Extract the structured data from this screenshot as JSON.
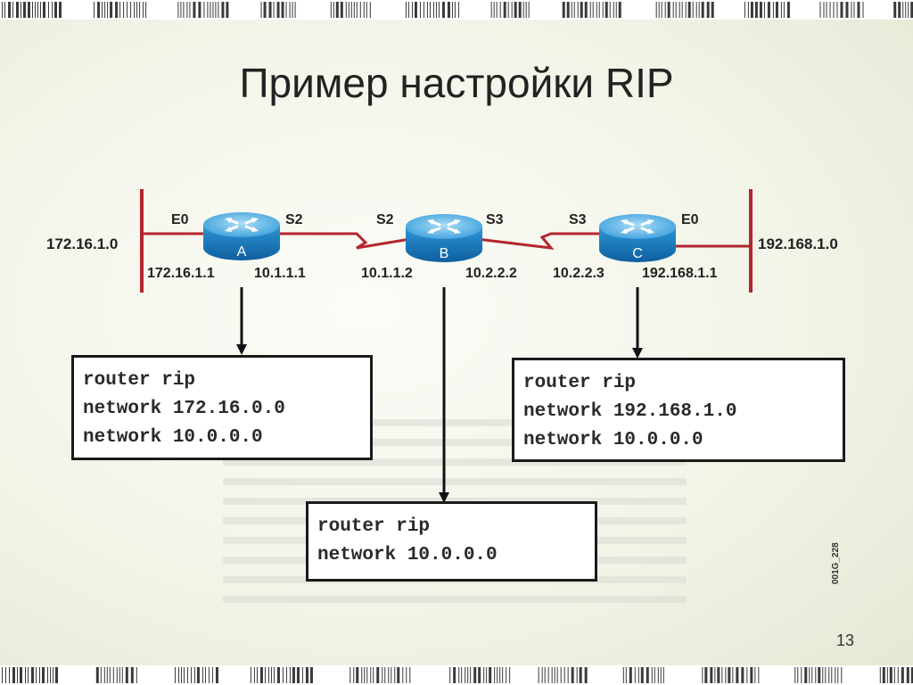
{
  "slide": {
    "title": "Пример настройки RIP",
    "page_number": "13",
    "figure_code": "001G_228"
  },
  "networks": {
    "left": "172.16.1.0",
    "right": "192.168.1.0"
  },
  "routers": [
    {
      "name": "A",
      "if_left": "E0",
      "if_right": "S2",
      "ip_left": "172.16.1.1",
      "ip_right": "10.1.1.1"
    },
    {
      "name": "B",
      "if_left": "S2",
      "if_right": "S3",
      "ip_left": "10.1.1.2",
      "ip_right": "10.2.2.2"
    },
    {
      "name": "C",
      "if_left": "S3",
      "if_right": "E0",
      "ip_left": "10.2.2.3",
      "ip_right": "192.168.1.1"
    }
  ],
  "configs": {
    "a": [
      "router rip",
      "network 172.16.0.0",
      "network 10.0.0.0"
    ],
    "b": [
      "router rip",
      "network 10.0.0.0"
    ],
    "c": [
      "router rip",
      "network 192.168.1.0",
      "network 10.0.0.0"
    ]
  },
  "colors": {
    "link": "#b3262f",
    "router_body": "#1f8cd0",
    "router_top": "#6cc0ec",
    "arrow": "#111111"
  }
}
